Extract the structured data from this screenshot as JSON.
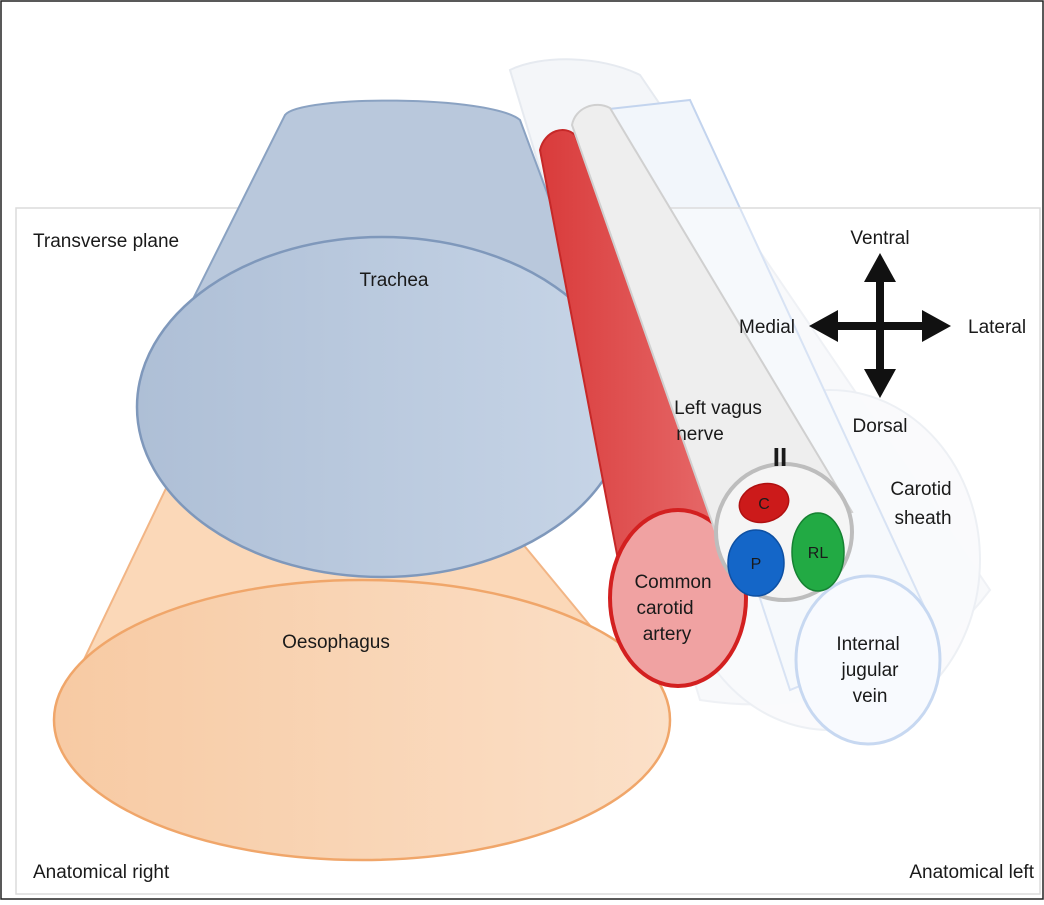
{
  "diagram": {
    "plane_label": "Transverse plane",
    "structures": {
      "trachea": "Trachea",
      "oesophagus": "Oesophagus",
      "common_carotid_artery": [
        "Common",
        "carotid",
        "artery"
      ],
      "internal_jugular_vein": [
        "Internal",
        "jugular",
        "vein"
      ],
      "carotid_sheath": [
        "Carotid",
        "sheath"
      ],
      "left_vagus_nerve": [
        "Left vagus",
        "nerve"
      ]
    },
    "fascicles": {
      "cardiac": "C",
      "pulmonary": "P",
      "recurrent_laryngeal": "RL"
    },
    "fascicle_colors": {
      "cardiac": "#cc1a1a",
      "pulmonary": "#1466c8",
      "recurrent_laryngeal": "#22aa44"
    },
    "section_marker": "II",
    "orientation": {
      "ventral": "Ventral",
      "dorsal": "Dorsal",
      "medial": "Medial",
      "lateral": "Lateral"
    },
    "corners": {
      "left": "Anatomical right",
      "right": "Anatomical left"
    }
  }
}
